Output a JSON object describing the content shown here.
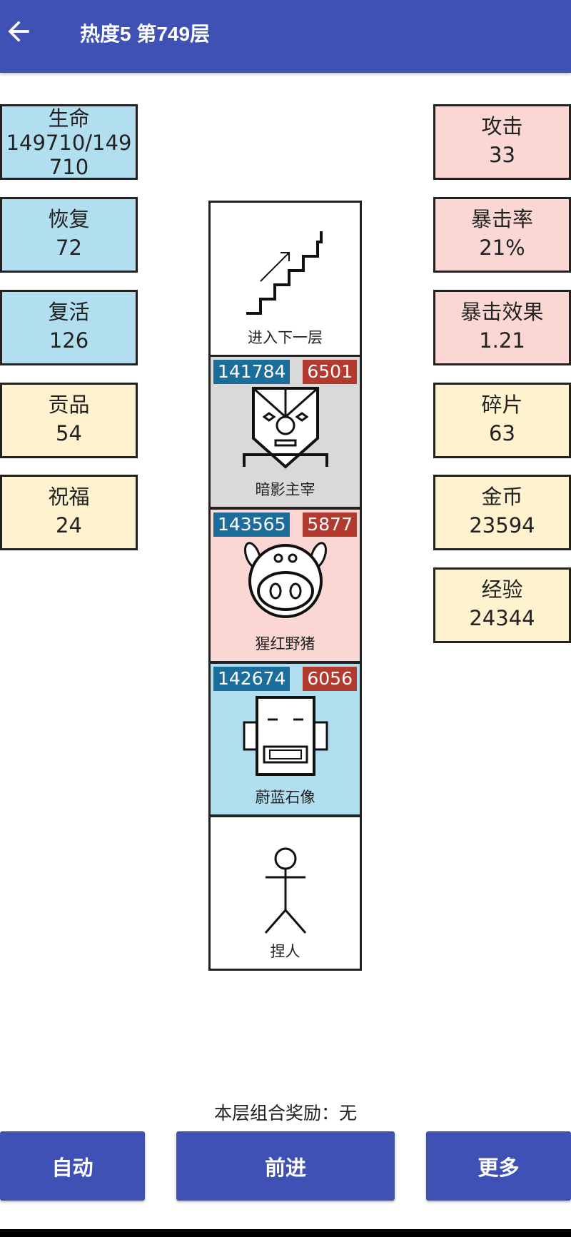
{
  "header": {
    "title": "热度5 第749层",
    "back_icon": "arrow-left-icon"
  },
  "left_stats": [
    {
      "label": "生命",
      "value": "149710/149710"
    },
    {
      "label": "恢复",
      "value": "72"
    },
    {
      "label": "复活",
      "value": "126"
    },
    {
      "label": "贡品",
      "value": "54"
    },
    {
      "label": "祝福",
      "value": "24"
    }
  ],
  "right_stats": [
    {
      "label": "攻击",
      "value": "33"
    },
    {
      "label": "暴击率",
      "value": "21%"
    },
    {
      "label": "暴击效果",
      "value": "1.21"
    },
    {
      "label": "碎片",
      "value": "63"
    },
    {
      "label": "金币",
      "value": "23594"
    },
    {
      "label": "经验",
      "value": "24344"
    }
  ],
  "cells": [
    {
      "name": "进入下一层",
      "icon": "stairs-icon"
    },
    {
      "name": "暗影主宰",
      "hp": "141784",
      "atk": "6501",
      "icon": "mask-monster-icon"
    },
    {
      "name": "猩红野猪",
      "hp": "143565",
      "atk": "5877",
      "icon": "pig-monster-icon"
    },
    {
      "name": "蔚蓝石像",
      "hp": "142674",
      "atk": "6056",
      "icon": "statue-monster-icon"
    },
    {
      "name": "捏人",
      "icon": "stick-figure-icon"
    }
  ],
  "combo": "本层组合奖励：无",
  "buttons": {
    "auto": "自动",
    "forward": "前进",
    "more": "更多"
  },
  "colors": {
    "primary": "#3f51b5",
    "hp_badge": "#1b6e9c",
    "atk_badge": "#b33a2f"
  }
}
